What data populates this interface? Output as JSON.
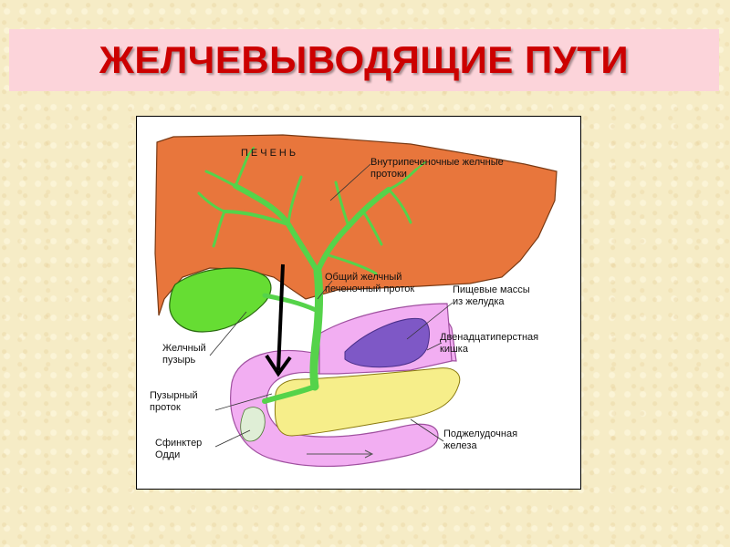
{
  "title": "ЖЕЛЧЕВЫВОДЯЩИЕ ПУТИ",
  "diagram": {
    "labels": {
      "liver": "ПЕЧЕНЬ",
      "intrahepatic_ducts": "Внутрипеченочные желчные\nпротоки",
      "common_hepatic_duct": "Общий желчный\nпеченочный проток",
      "food_masses": "Пищевые массы\nиз желудка",
      "duodenum": "Двенадцатиперстная\nкишка",
      "gallbladder": "Желчный\nпузырь",
      "cystic_duct": "Пузырный\nпроток",
      "sphincter": "Сфинктер\nОдди",
      "pancreas": "Поджелудочная\nжелеза"
    },
    "colors": {
      "liver": "#e8763c",
      "bile_ducts": "#55d34a",
      "gallbladder": "#66dd33",
      "duodenum": "#f2aef2",
      "food_mass": "#7e58c6",
      "pancreas": "#f6ee8a"
    }
  }
}
